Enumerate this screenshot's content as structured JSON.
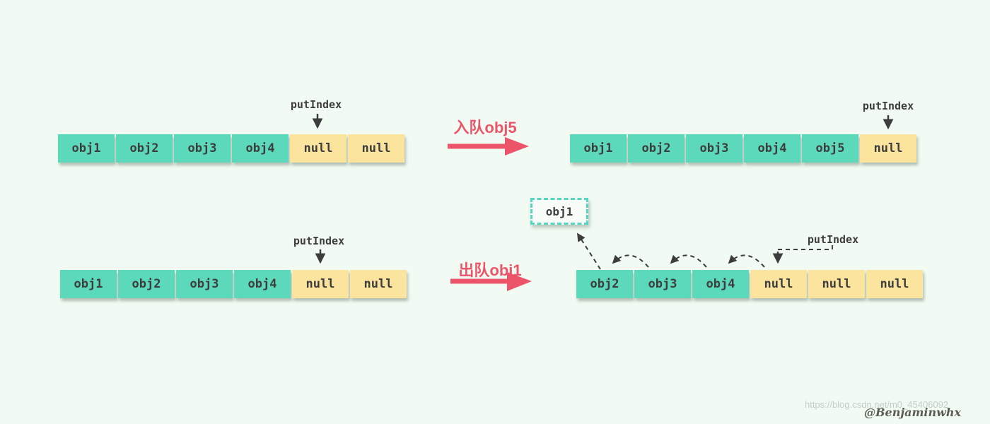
{
  "colors": {
    "background": "#f1fbf3",
    "cell_filled": "#5cd9ba",
    "cell_empty": "#fae49e",
    "cell_text": "#3d3d3d",
    "arrow_red": "#ec5569",
    "arrow_dark": "#3d3d3d",
    "dashed_box_border": "#55d6c0"
  },
  "enqueue_step": {
    "before_pointer": "putIndex",
    "before_cells": [
      {
        "label": "obj1",
        "state": "filled"
      },
      {
        "label": "obj2",
        "state": "filled"
      },
      {
        "label": "obj3",
        "state": "filled"
      },
      {
        "label": "obj4",
        "state": "filled"
      },
      {
        "label": "null",
        "state": "empty"
      },
      {
        "label": "null",
        "state": "empty"
      }
    ],
    "operation_label": "入队obj5",
    "after_pointer": "putIndex",
    "after_cells": [
      {
        "label": "obj1",
        "state": "filled"
      },
      {
        "label": "obj2",
        "state": "filled"
      },
      {
        "label": "obj3",
        "state": "filled"
      },
      {
        "label": "obj4",
        "state": "filled"
      },
      {
        "label": "obj5",
        "state": "filled"
      },
      {
        "label": "null",
        "state": "empty"
      }
    ]
  },
  "dequeue_step": {
    "before_pointer": "putIndex",
    "before_cells": [
      {
        "label": "obj1",
        "state": "filled"
      },
      {
        "label": "obj2",
        "state": "filled"
      },
      {
        "label": "obj3",
        "state": "filled"
      },
      {
        "label": "obj4",
        "state": "filled"
      },
      {
        "label": "null",
        "state": "empty"
      },
      {
        "label": "null",
        "state": "empty"
      }
    ],
    "operation_label": "出队obj1",
    "removed_item": "obj1",
    "after_pointer": "putIndex",
    "after_cells": [
      {
        "label": "obj2",
        "state": "filled"
      },
      {
        "label": "obj3",
        "state": "filled"
      },
      {
        "label": "obj4",
        "state": "filled"
      },
      {
        "label": "null",
        "state": "empty"
      },
      {
        "label": "null",
        "state": "empty"
      },
      {
        "label": "null",
        "state": "empty"
      }
    ]
  },
  "watermark": {
    "url_text": "https://blog.csdn.net/m0_45406092",
    "author_text": "@Benjaminwhx"
  }
}
